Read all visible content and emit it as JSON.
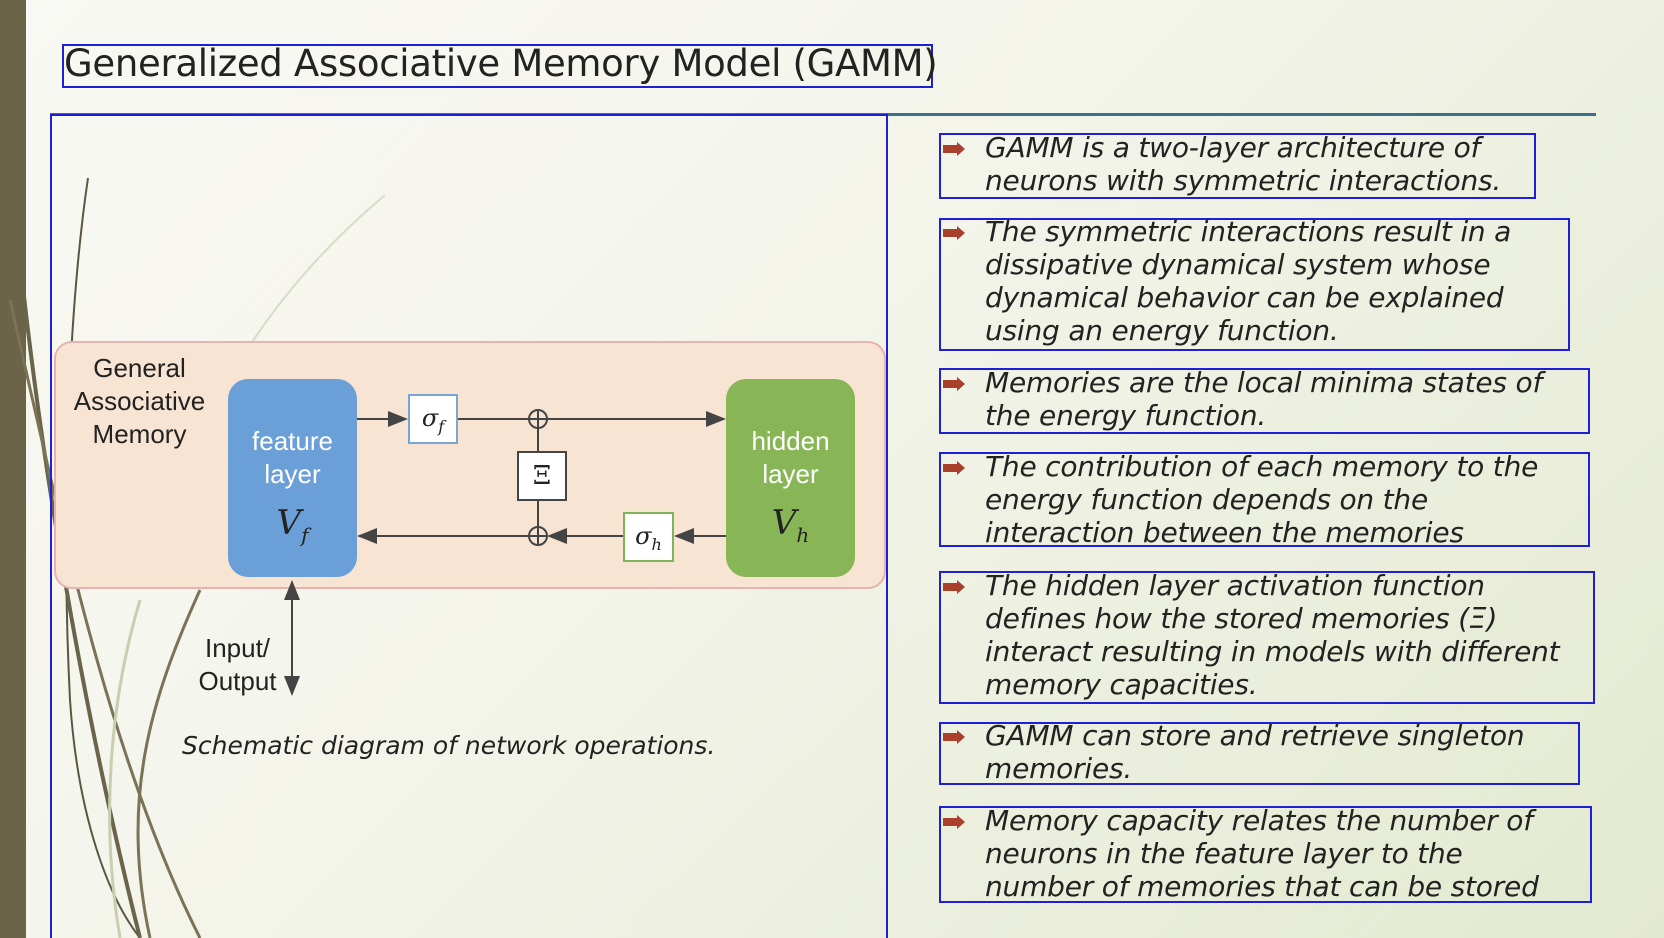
{
  "slide": {
    "title": "Generalized Associative Memory Model (GAMM)",
    "colors": {
      "accent_rule": "#3d6f8a",
      "left_bar": "#6b6448",
      "bullet": "#a8402c"
    }
  },
  "diagram": {
    "container_label": [
      "General",
      "Associative",
      "Memory"
    ],
    "feature_layer": {
      "name": [
        "feature",
        "layer"
      ],
      "symbol": "Vf"
    },
    "hidden_layer": {
      "name": [
        "hidden",
        "layer"
      ],
      "symbol": "Vh"
    },
    "sigma_f": "σf",
    "sigma_h": "σh",
    "xi": "Ξ",
    "io_label": [
      "Input/",
      "Output"
    ],
    "caption": "Schematic diagram of network operations."
  },
  "bullets": [
    {
      "lines": [
        "GAMM is a two-layer architecture of",
        "neurons with symmetric interactions."
      ]
    },
    {
      "lines": [
        "The symmetric interactions result in a",
        "dissipative dynamical system whose",
        "dynamical behavior can be explained",
        "using an energy function."
      ]
    },
    {
      "lines": [
        "Memories are the local minima states of",
        "the energy function."
      ]
    },
    {
      "lines": [
        "The contribution of each memory to the",
        "energy function depends on the",
        "interaction between the memories"
      ]
    },
    {
      "lines": [
        "The hidden layer activation function",
        "defines how the stored memories (Ξ)",
        "interact resulting in models with different",
        "memory capacities."
      ]
    },
    {
      "lines": [
        "GAMM can store and retrieve singleton",
        "memories."
      ]
    },
    {
      "lines": [
        "Memory capacity relates the number of",
        "neurons in the feature layer to the",
        "number of memories that can be stored"
      ]
    }
  ]
}
